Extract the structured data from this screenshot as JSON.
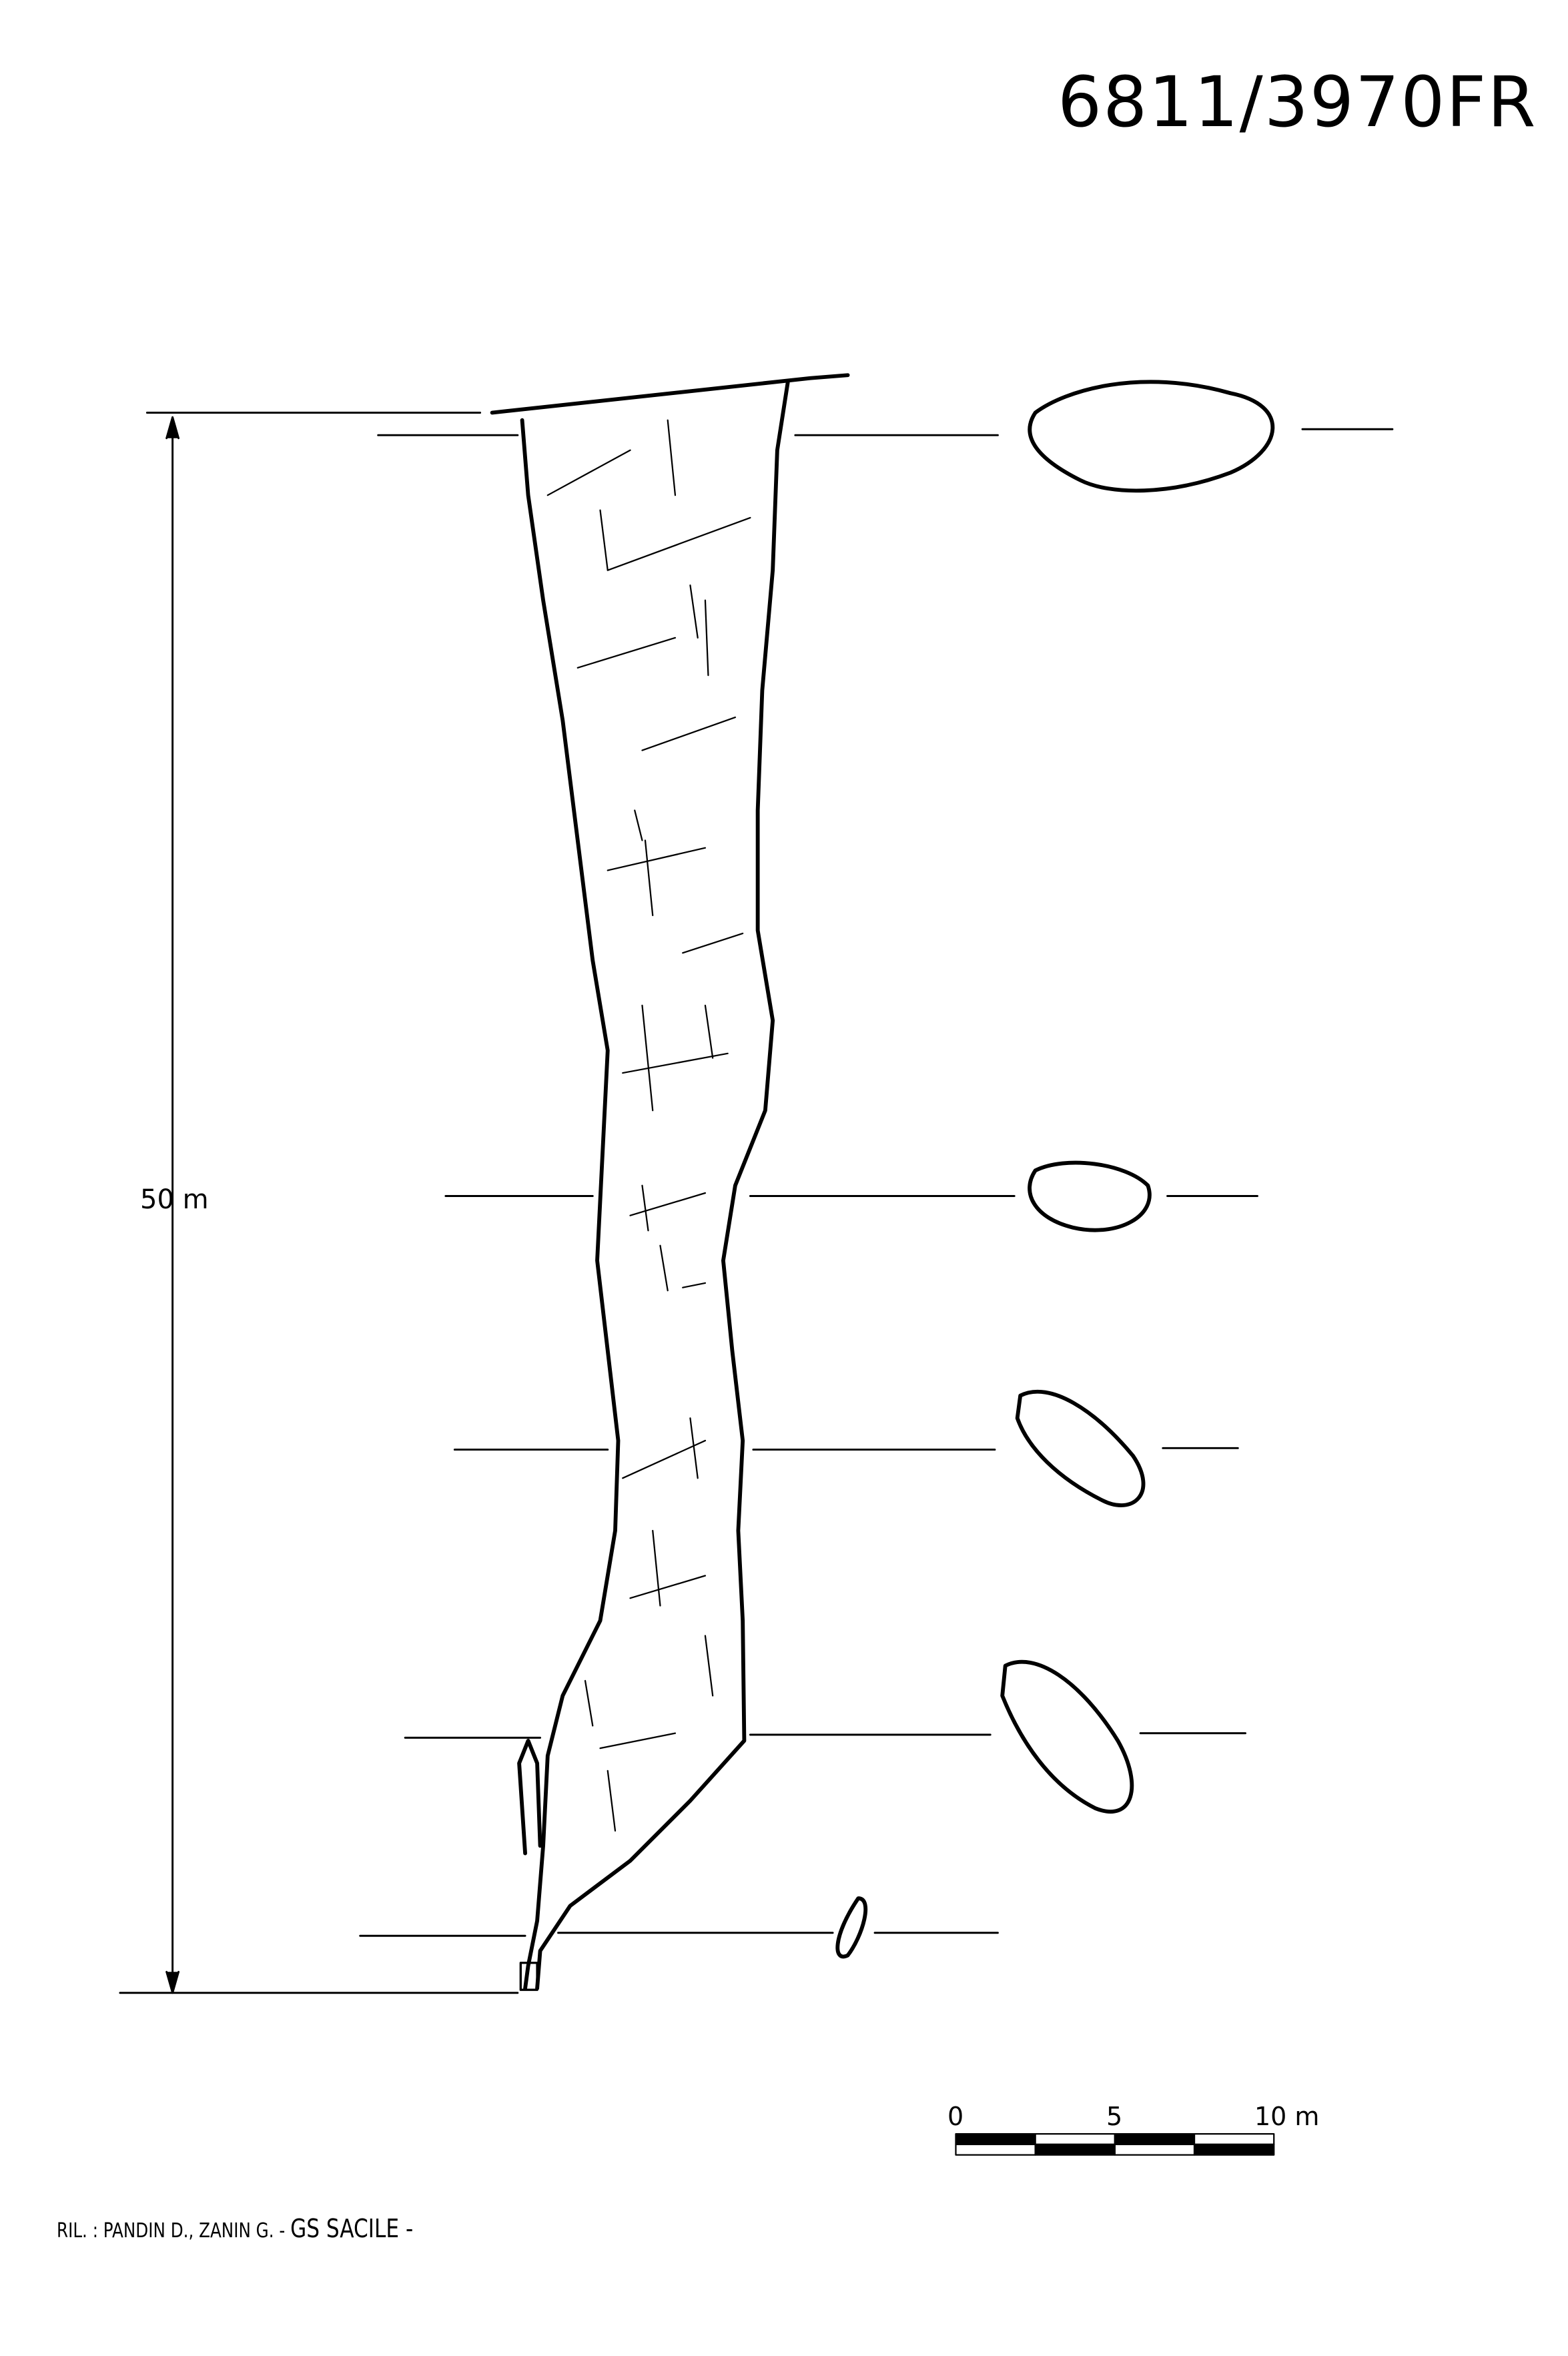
{
  "title": "6811/3970FR",
  "depth_label": "50 m",
  "scale_bar": {
    "labels": [
      "0",
      "5",
      "10 m"
    ],
    "length_m": 10
  },
  "footer": {
    "credits": "RIL. : PANDIN D., ZANIN G. -",
    "group": "GS SACILE -"
  },
  "colors": {
    "ink": "#000000",
    "paper": "#ffffff"
  }
}
